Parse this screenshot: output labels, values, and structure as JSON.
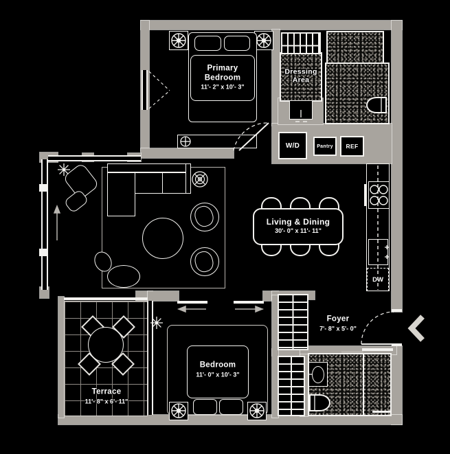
{
  "colors": {
    "background": "#000000",
    "wall": "#a8a49e",
    "line": "#f4f3f0",
    "entry_arrow": "#d8d5cf"
  },
  "rooms": {
    "primary": {
      "name": "Primary Bedroom",
      "dims": "11'- 2\" x 10'- 3\""
    },
    "dressing": {
      "name": "Dressing Area"
    },
    "living": {
      "name": "Living & Dining",
      "dims": "30'- 0\" x 11'- 11\""
    },
    "foyer": {
      "name": "Foyer",
      "dims": "7'- 8\" x 5'- 0\""
    },
    "bedroom": {
      "name": "Bedroom",
      "dims": "11'- 0\" x 10'- 3\""
    },
    "terrace": {
      "name": "Terrace",
      "dims": "11'- 8\" x 6'- 11\""
    }
  },
  "appliances": {
    "washer_dryer": "W/D",
    "pantry": "Pantry",
    "refrigerator": "REF",
    "dishwasher": "DW"
  },
  "icons": {
    "entry_arrow": "chevron-left"
  }
}
